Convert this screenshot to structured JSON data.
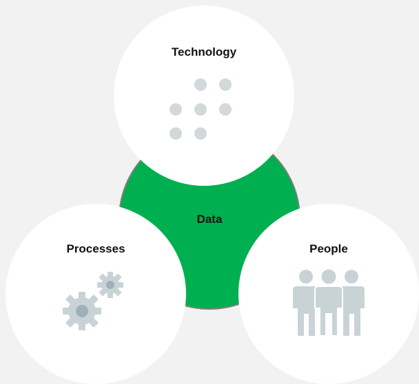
{
  "diagram": {
    "center_label": "Data",
    "nodes": [
      {
        "label": "Technology",
        "icon": "dot-grid-icon"
      },
      {
        "label": "Processes",
        "icon": "gears-icon"
      },
      {
        "label": "People",
        "icon": "people-group-icon"
      }
    ]
  },
  "colors": {
    "background": "#f2f2f2",
    "center_fill": "#00b050",
    "center_border": "#7f7f7f",
    "bubble_fill": "#ffffff",
    "icon_fill": "#c9d3d6",
    "icon_dark": "#9fb1b8"
  }
}
